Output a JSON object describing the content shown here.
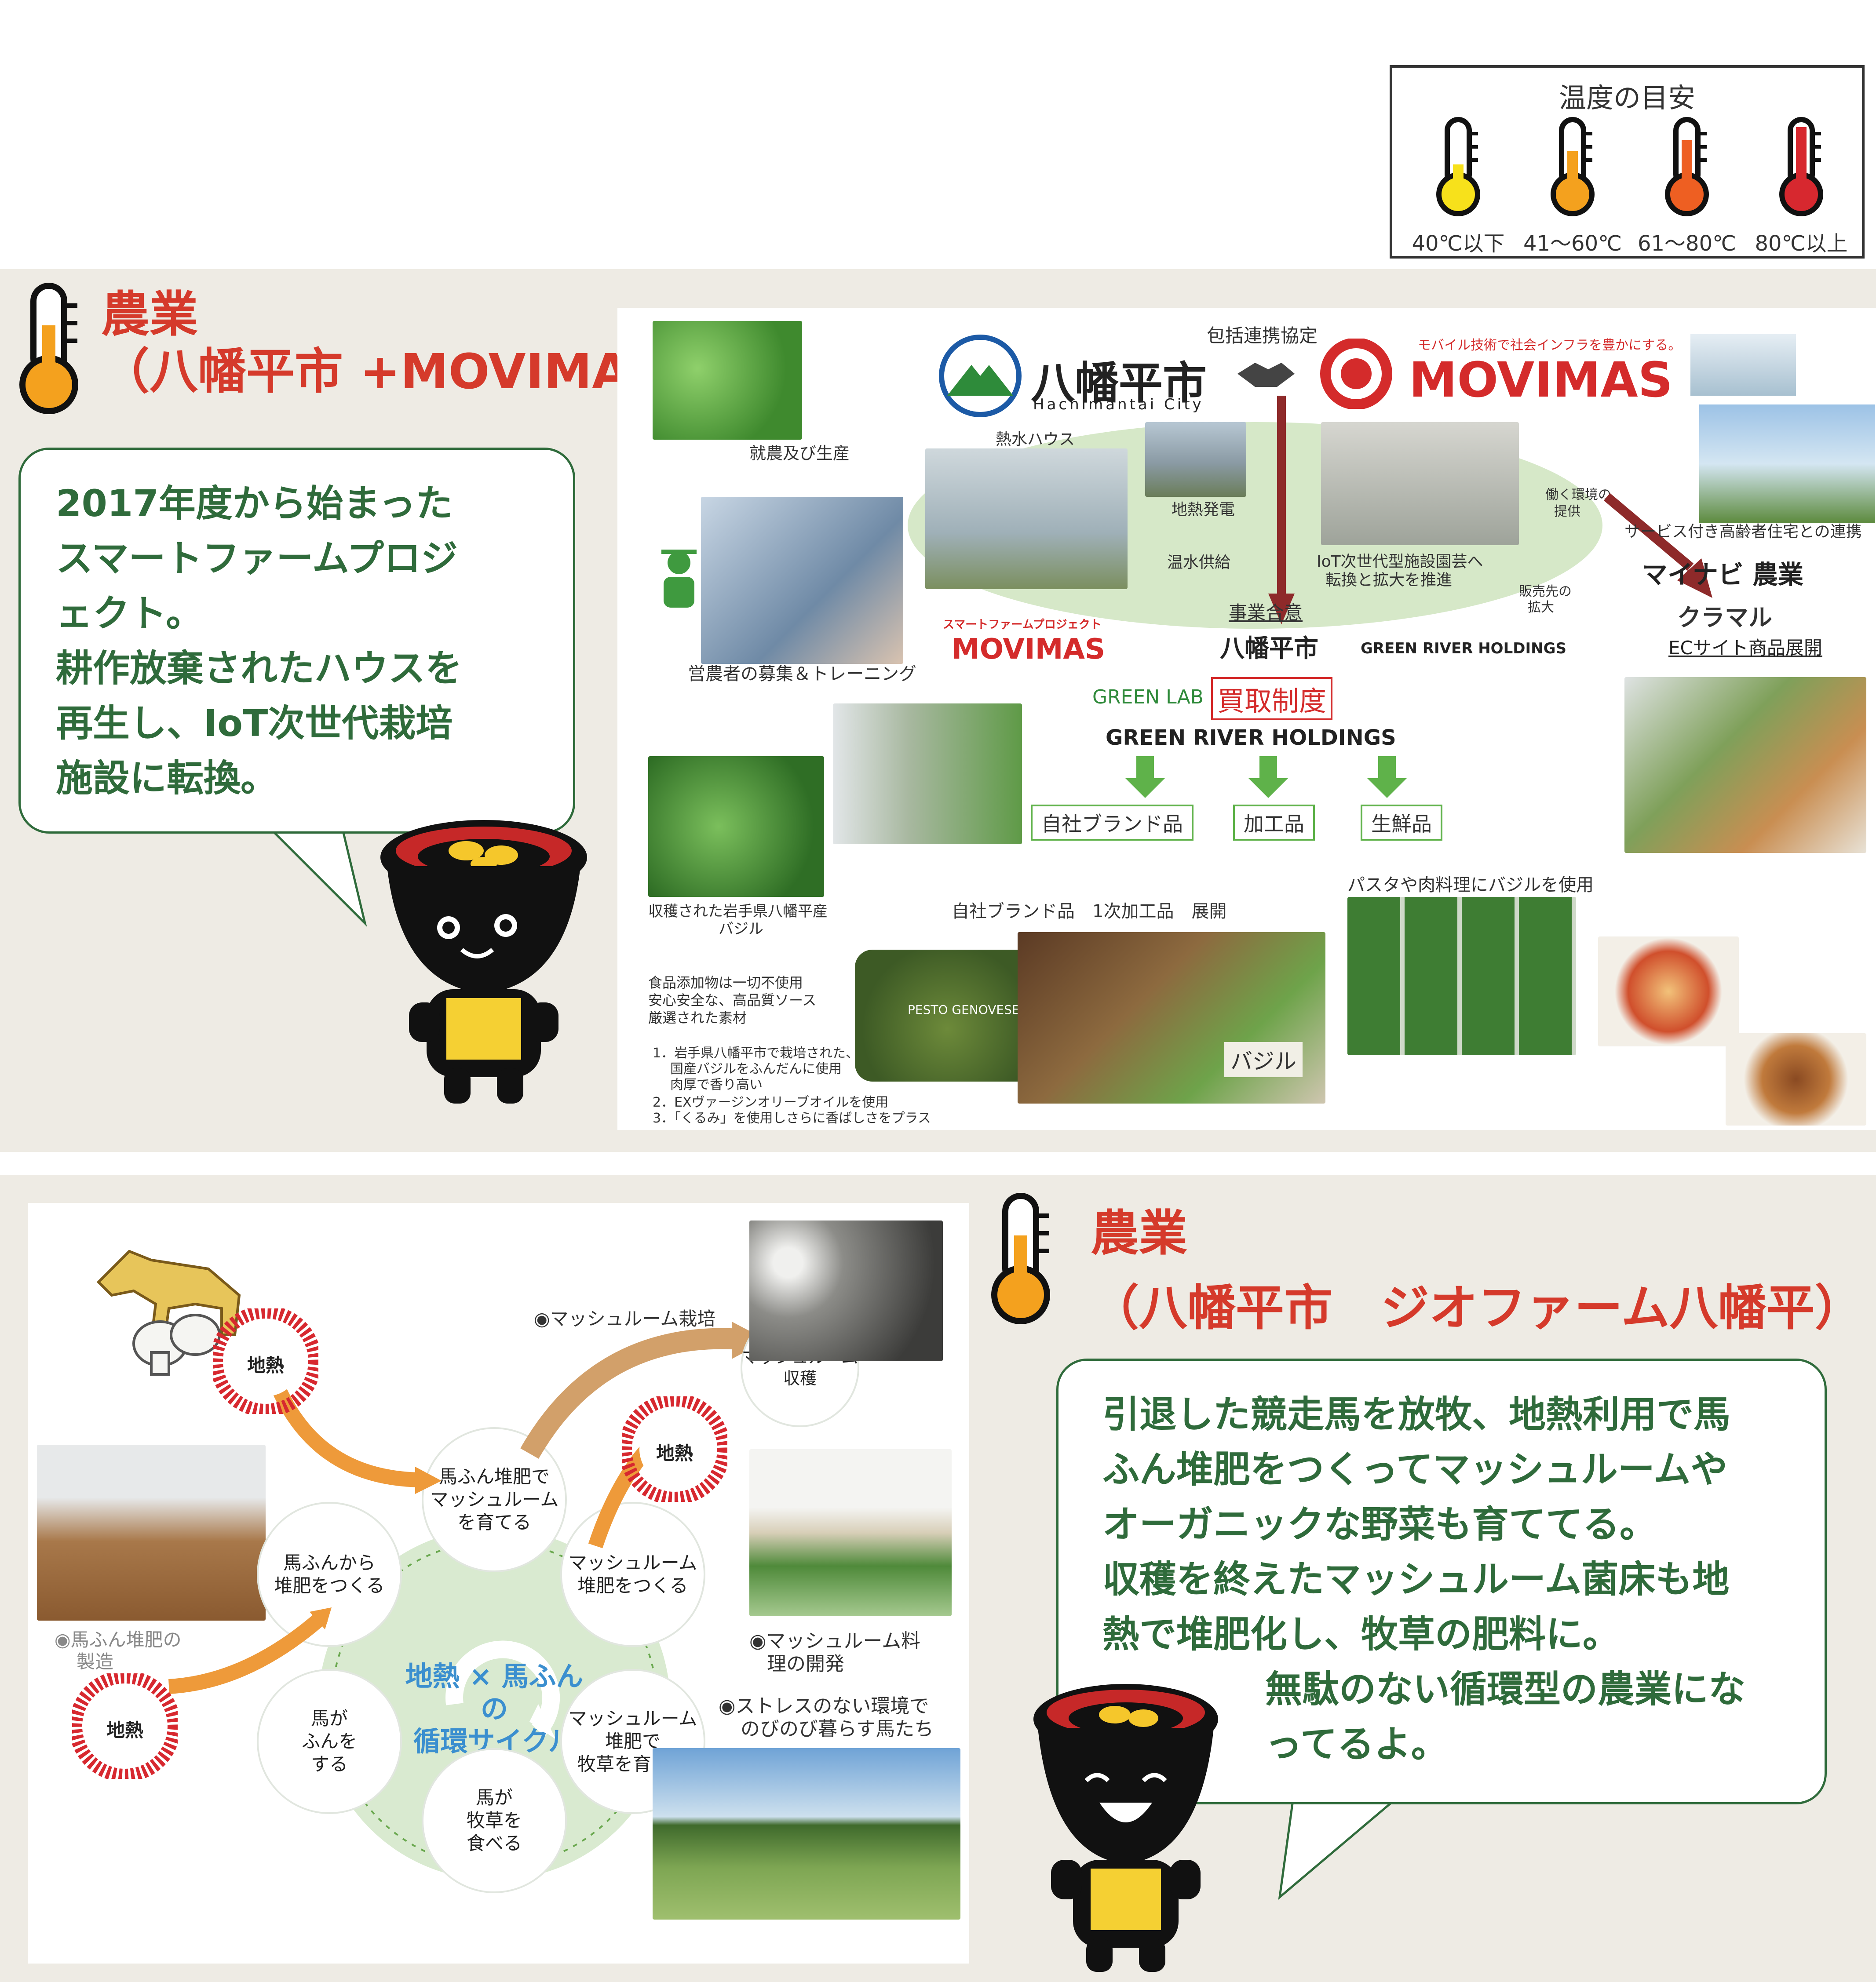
{
  "legend": {
    "title": "温度の目安",
    "items": [
      {
        "label": "40℃以下",
        "color": "#f7e11b",
        "level": 0.25
      },
      {
        "label": "41～60℃",
        "color": "#f4a11e",
        "level": 0.45
      },
      {
        "label": "61～80℃",
        "color": "#ee5f22",
        "level": 0.65
      },
      {
        "label": "80℃以上",
        "color": "#d7282f",
        "level": 0.9
      }
    ]
  },
  "section1": {
    "heading_line1": "農業",
    "heading_line2": "（八幡平市 +MOVIMAS）",
    "thermometer_color": "#f4a11e",
    "bubble_lines": [
      "2017年度から始まった",
      "スマートファームプロジ",
      "ェクト。",
      "耕作放棄されたハウスを",
      "再生し、IoT次世代栽培",
      "施設に転換。"
    ],
    "figure": {
      "agreement": "包括連携協定",
      "city_logo": "八幡平市",
      "city_logo_en": "Hachimantai City",
      "movimas_tagline": "モバイル技術で社会インフラを豊かにする。",
      "movimas_logo": "MOVIMAS",
      "employment": "就農及び生産",
      "hot_house": "熱水ハウス",
      "geothermal_power": "地熱発電",
      "hot_water_supply": "温水供給",
      "iot_text_1": "IoT次世代型施設園芸へ",
      "iot_text_2": "転換と拡大を推進",
      "work_env_1": "働く環境の",
      "work_env_2": "提供",
      "senior_housing": "サービス付き高齢者住宅との連携",
      "sales_1": "販売先の",
      "sales_2": "拡大",
      "business_agreement": "事業合意",
      "smart_farm_project": "スマートファームプロジェクト",
      "green_river": "GREEN RIVER HOLDINGS",
      "mynavi": "マイナビ 農業",
      "kuramaru": "クラマル",
      "ec_site": "ECサイト商品展開",
      "recruit": "営農者の募集＆トレーニング",
      "green_lab": "GREEN LAB",
      "purchase_system": "買取制度",
      "green_river_big": "GREEN RIVER HOLDINGS",
      "product_own": "自社ブランド品",
      "product_processed": "加工品",
      "product_fresh": "生鮮品",
      "basil_caption_1": "収穫された岩手県八幡平産",
      "basil_caption_2": "バジル",
      "own_brand_caption": "自社ブランド品　1次加工品　展開",
      "pasta_caption": "パスタや肉料理にバジルを使用",
      "additive_1": "食品添加物は一切不使用",
      "additive_2": "安心安全な、高品質ソース",
      "additive_3": "厳選された素材",
      "point_1": "1．岩手県八幡平市で栽培された、",
      "point_1b": "国産バジルをふんだんに使用",
      "point_1c": "肉厚で香り高い",
      "point_2": "2．EXヴァージンオリーブオイルを使用",
      "point_3": "3．「くるみ」を使用しさらに香ばしさをプラス",
      "jar_label": "PESTO GENOVESE",
      "basil_label": "バジル"
    }
  },
  "section2": {
    "heading_line1": "農業",
    "heading_line2": "（八幡平市　ジオファーム八幡平）",
    "thermometer_color": "#f4a11e",
    "bubble_lines": [
      "引退した競走馬を放牧、地熱利用で馬",
      "ふん堆肥をつくってマッシュルームや",
      "オーガニックな野菜も育ててる。",
      "収穫を終えたマッシュルーム菌床も地",
      "熱で堆肥化し、牧草の肥料に。"
    ],
    "bubble_lines_indented": [
      "無駄のない循環型の農業にな",
      "ってるよ。"
    ],
    "cycle": {
      "center_1": "地熱 × 馬ふん",
      "center_2": "の",
      "center_3": "循環サイクル",
      "nodes": [
        "馬ふん堆肥で\nマッシュルーム\nを育てる",
        "マッシュルーム\n堆肥をつくる",
        "マッシュルーム\n堆肥で\n牧草を育てる",
        "馬が\n牧草を\n食べる",
        "馬が\nふんを\nする",
        "馬ふんから\n堆肥をつくる"
      ],
      "chinetsu": "地熱",
      "harvest": "マッシュルーム\n収穫",
      "label_mushroom_growing": "◉マッシュルーム栽培",
      "label_compost_1": "◉馬ふん堆肥の",
      "label_compost_2": "製造",
      "label_cuisine_1": "◉マッシュルーム料",
      "label_cuisine_2": "理の開発",
      "label_horses_1": "◉ストレスのない環境で",
      "label_horses_2": "のびのび暮らす馬たち"
    }
  }
}
